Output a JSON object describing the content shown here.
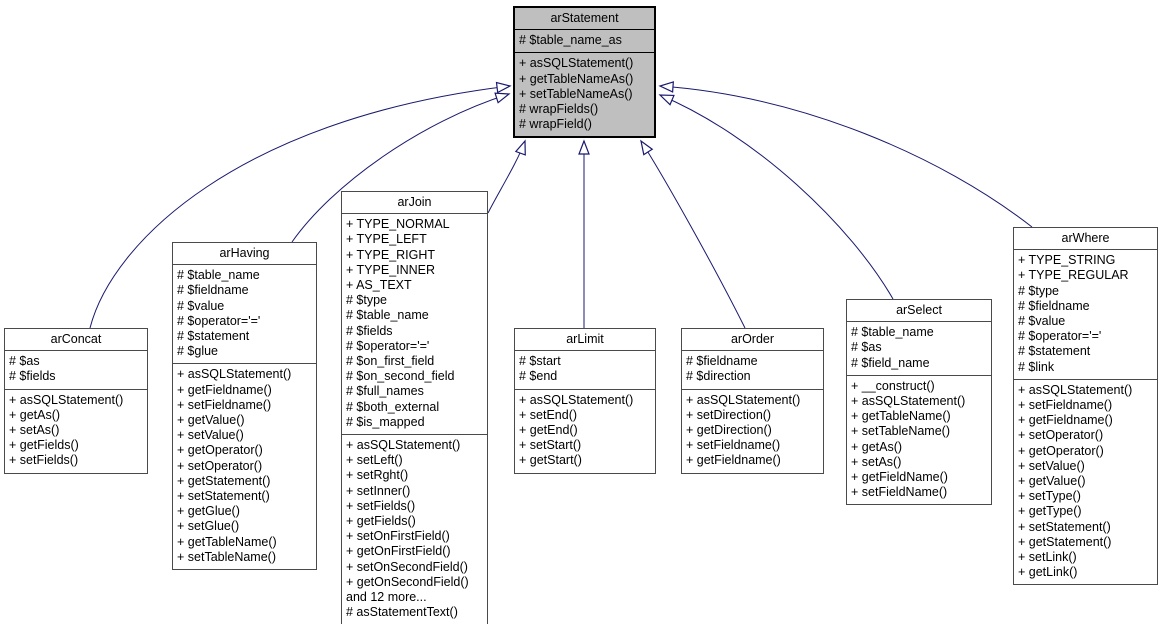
{
  "diagram": {
    "type": "uml-inheritance-graph",
    "background_color": "#ffffff",
    "edge_color": "#191970",
    "highlight_fill": "#bfbfbf",
    "node_fill": "#ffffff",
    "classes": [
      {
        "name": "arStatement",
        "highlighted": true,
        "fields": [
          "# $table_name_as"
        ],
        "methods": [
          "+ asSQLStatement()",
          "+ getTableNameAs()",
          "+ setTableNameAs()",
          "# wrapFields()",
          "# wrapField()"
        ]
      },
      {
        "name": "arConcat",
        "highlighted": false,
        "fields": [
          "# $as",
          "# $fields"
        ],
        "methods": [
          "+ asSQLStatement()",
          "+ getAs()",
          "+ setAs()",
          "+ getFields()",
          "+ setFields()"
        ]
      },
      {
        "name": "arHaving",
        "highlighted": false,
        "fields": [
          "# $table_name",
          "# $fieldname",
          "# $value",
          "# $operator='='",
          "# $statement",
          "# $glue"
        ],
        "methods": [
          "+ asSQLStatement()",
          "+ getFieldname()",
          "+ setFieldname()",
          "+ getValue()",
          "+ setValue()",
          "+ getOperator()",
          "+ setOperator()",
          "+ getStatement()",
          "+ setStatement()",
          "+ getGlue()",
          "+ setGlue()",
          "+ getTableName()",
          "+ setTableName()"
        ]
      },
      {
        "name": "arJoin",
        "highlighted": false,
        "fields": [
          "+ TYPE_NORMAL",
          "+ TYPE_LEFT",
          "+ TYPE_RIGHT",
          "+ TYPE_INNER",
          "+ AS_TEXT",
          "# $type",
          "# $table_name",
          "# $fields",
          "# $operator='='",
          "# $on_first_field",
          "# $on_second_field",
          "# $full_names",
          "# $both_external",
          "# $is_mapped"
        ],
        "methods": [
          "+ asSQLStatement()",
          "+ setLeft()",
          "+ setRght()",
          "+ setInner()",
          "+ setFields()",
          "+ getFields()",
          "+ setOnFirstField()",
          "+ getOnFirstField()",
          "+ setOnSecondField()",
          "+ getOnSecondField()",
          "and 12 more...",
          "# asStatementText()"
        ]
      },
      {
        "name": "arLimit",
        "highlighted": false,
        "fields": [
          "# $start",
          "# $end"
        ],
        "methods": [
          "+ asSQLStatement()",
          "+ setEnd()",
          "+ getEnd()",
          "+ setStart()",
          "+ getStart()"
        ]
      },
      {
        "name": "arOrder",
        "highlighted": false,
        "fields": [
          "# $fieldname",
          "# $direction"
        ],
        "methods": [
          "+ asSQLStatement()",
          "+ setDirection()",
          "+ getDirection()",
          "+ setFieldname()",
          "+ getFieldname()"
        ]
      },
      {
        "name": "arSelect",
        "highlighted": false,
        "fields": [
          "# $table_name",
          "# $as",
          "# $field_name"
        ],
        "methods": [
          "+ __construct()",
          "+ asSQLStatement()",
          "+ getTableName()",
          "+ setTableName()",
          "+ getAs()",
          "+ setAs()",
          "+ getFieldName()",
          "+ setFieldName()"
        ]
      },
      {
        "name": "arWhere",
        "highlighted": false,
        "fields": [
          "+ TYPE_STRING",
          "+ TYPE_REGULAR",
          "# $type",
          "# $fieldname",
          "# $value",
          "# $operator='='",
          "# $statement",
          "# $link"
        ],
        "methods": [
          "+ asSQLStatement()",
          "+ setFieldname()",
          "+ getFieldname()",
          "+ setOperator()",
          "+ getOperator()",
          "+ setValue()",
          "+ getValue()",
          "+ setType()",
          "+ getType()",
          "+ setStatement()",
          "+ getStatement()",
          "+ setLink()",
          "+ getLink()"
        ]
      }
    ],
    "relations": [
      {
        "from": "arConcat",
        "to": "arStatement",
        "type": "generalization"
      },
      {
        "from": "arHaving",
        "to": "arStatement",
        "type": "generalization"
      },
      {
        "from": "arJoin",
        "to": "arStatement",
        "type": "generalization"
      },
      {
        "from": "arLimit",
        "to": "arStatement",
        "type": "generalization"
      },
      {
        "from": "arOrder",
        "to": "arStatement",
        "type": "generalization"
      },
      {
        "from": "arSelect",
        "to": "arStatement",
        "type": "generalization"
      },
      {
        "from": "arWhere",
        "to": "arStatement",
        "type": "generalization"
      }
    ]
  }
}
